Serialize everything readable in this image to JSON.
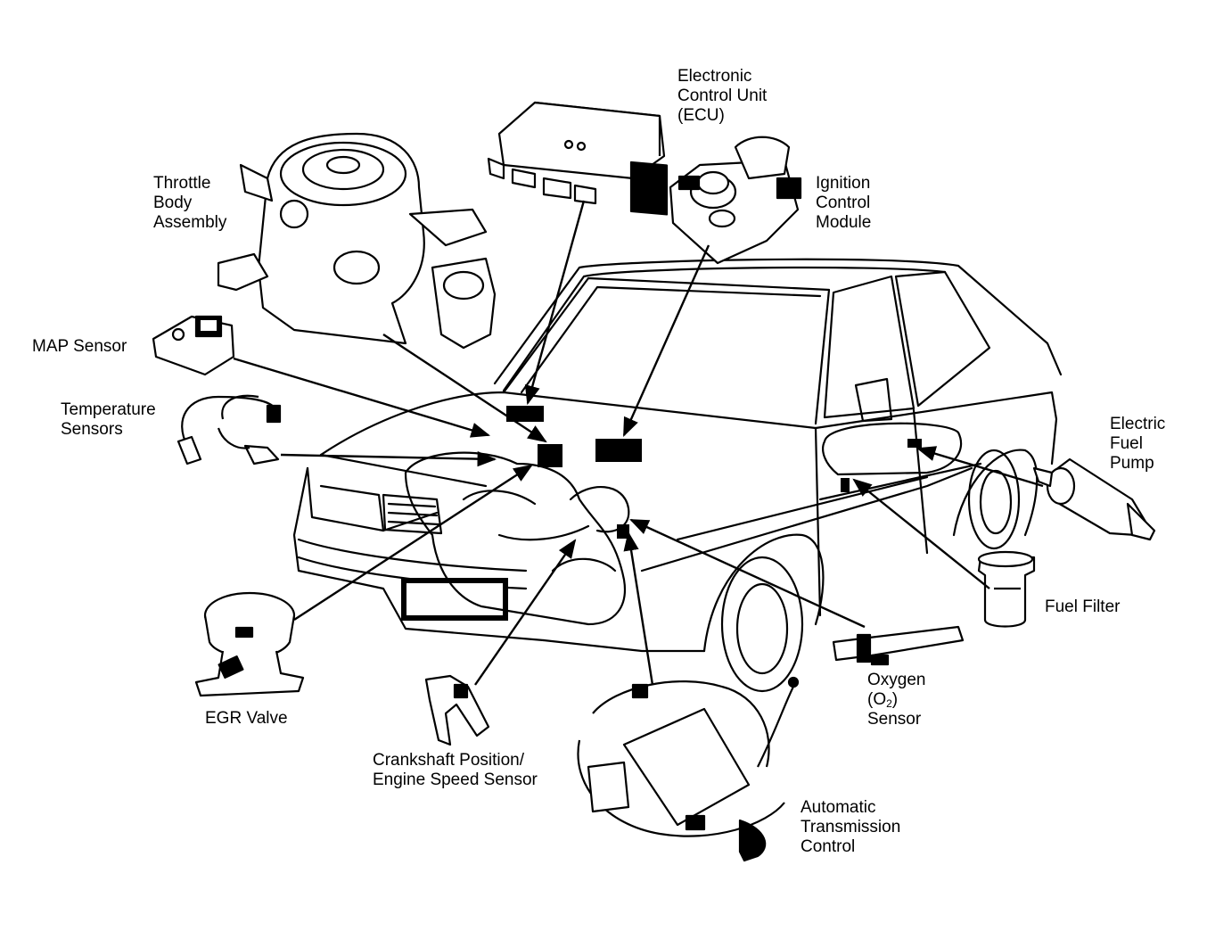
{
  "labels": {
    "ecu": [
      "Electronic",
      "Control Unit",
      "(ECU)"
    ],
    "throttle": [
      "Throttle",
      "Body",
      "Assembly"
    ],
    "ignition": [
      "Ignition",
      "Control",
      "Module"
    ],
    "map": "MAP Sensor",
    "temperature": [
      "Temperature",
      "Sensors"
    ],
    "fuel_pump": [
      "Electric",
      "Fuel",
      "Pump"
    ],
    "fuel_filter": "Fuel Filter",
    "oxygen": {
      "line1": "Oxygen",
      "line2_open": "(O",
      "line2_sub": "2",
      "line2_close": ")",
      "line3": "Sensor"
    },
    "egr": "EGR Valve",
    "crankshaft": [
      "Crankshaft Position/",
      "Engine Speed Sensor"
    ],
    "transmission": [
      "Automatic",
      "Transmission",
      "Control"
    ]
  },
  "colors": {
    "ink": "#000000",
    "paper": "#ffffff"
  }
}
